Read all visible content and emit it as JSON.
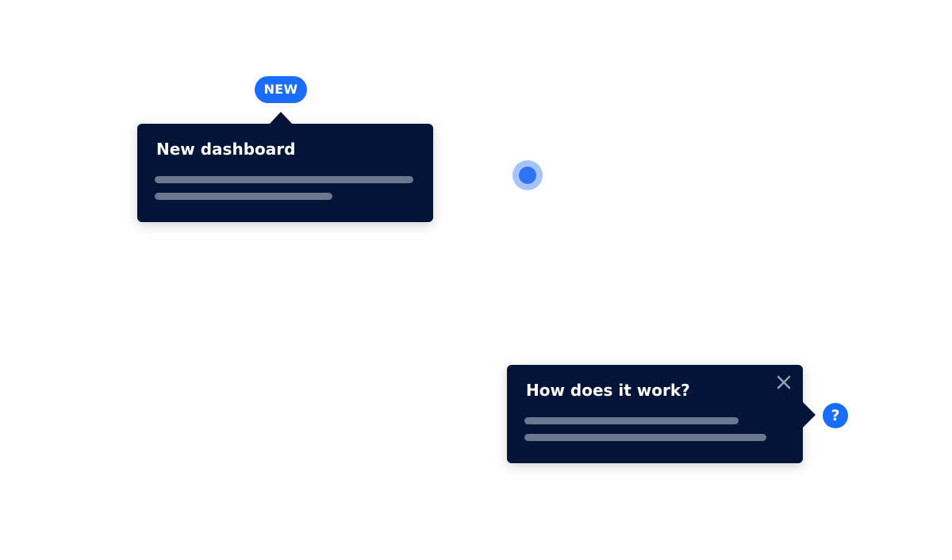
{
  "colors": {
    "accent": "#1a6dfa",
    "tooltip_bg": "#021438",
    "skeleton": "#6b7890",
    "hotspot_ring": "#a6c4fb",
    "hotspot_dot": "#2f73f5"
  },
  "new_badge": {
    "label": "NEW"
  },
  "dashboard_tooltip": {
    "title": "New dashboard"
  },
  "help_tooltip": {
    "title": "How does it work?",
    "close_icon": "close-icon"
  },
  "help_button": {
    "label": "?"
  },
  "hotspot": {
    "icon": "hotspot-beacon-icon"
  }
}
